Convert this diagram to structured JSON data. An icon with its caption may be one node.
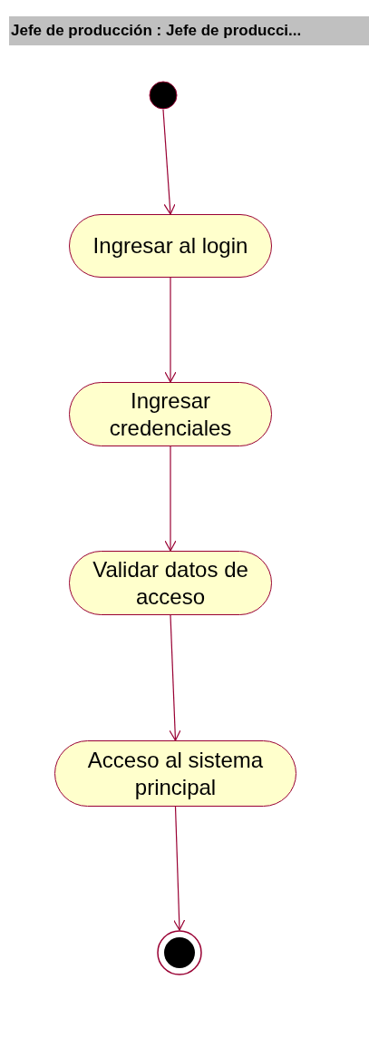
{
  "diagram": {
    "title": "Jefe de producción : Jefe de producci...",
    "nodes": [
      {
        "text": [],
        "shape": "circle"
      },
      {
        "text": [
          "Ingresar al login"
        ]
      },
      {
        "text": [
          "Ingresar credenciales"
        ]
      },
      {
        "text": [
          "Validar datos de acceso"
        ]
      },
      {
        "text": [
          "Acceso al sistema principal"
        ]
      },
      {
        "text": [],
        "shape": "bullseye"
      }
    ],
    "edges": [
      {
        "from": 0,
        "to": 1,
        "arrow": "to"
      },
      {
        "from": 1,
        "to": 2,
        "arrow": "to"
      },
      {
        "from": 2,
        "to": 3,
        "arrow": "to"
      },
      {
        "from": 3,
        "to": 4,
        "arrow": "to"
      },
      {
        "from": 4,
        "to": 5,
        "arrow": "to"
      }
    ]
  }
}
